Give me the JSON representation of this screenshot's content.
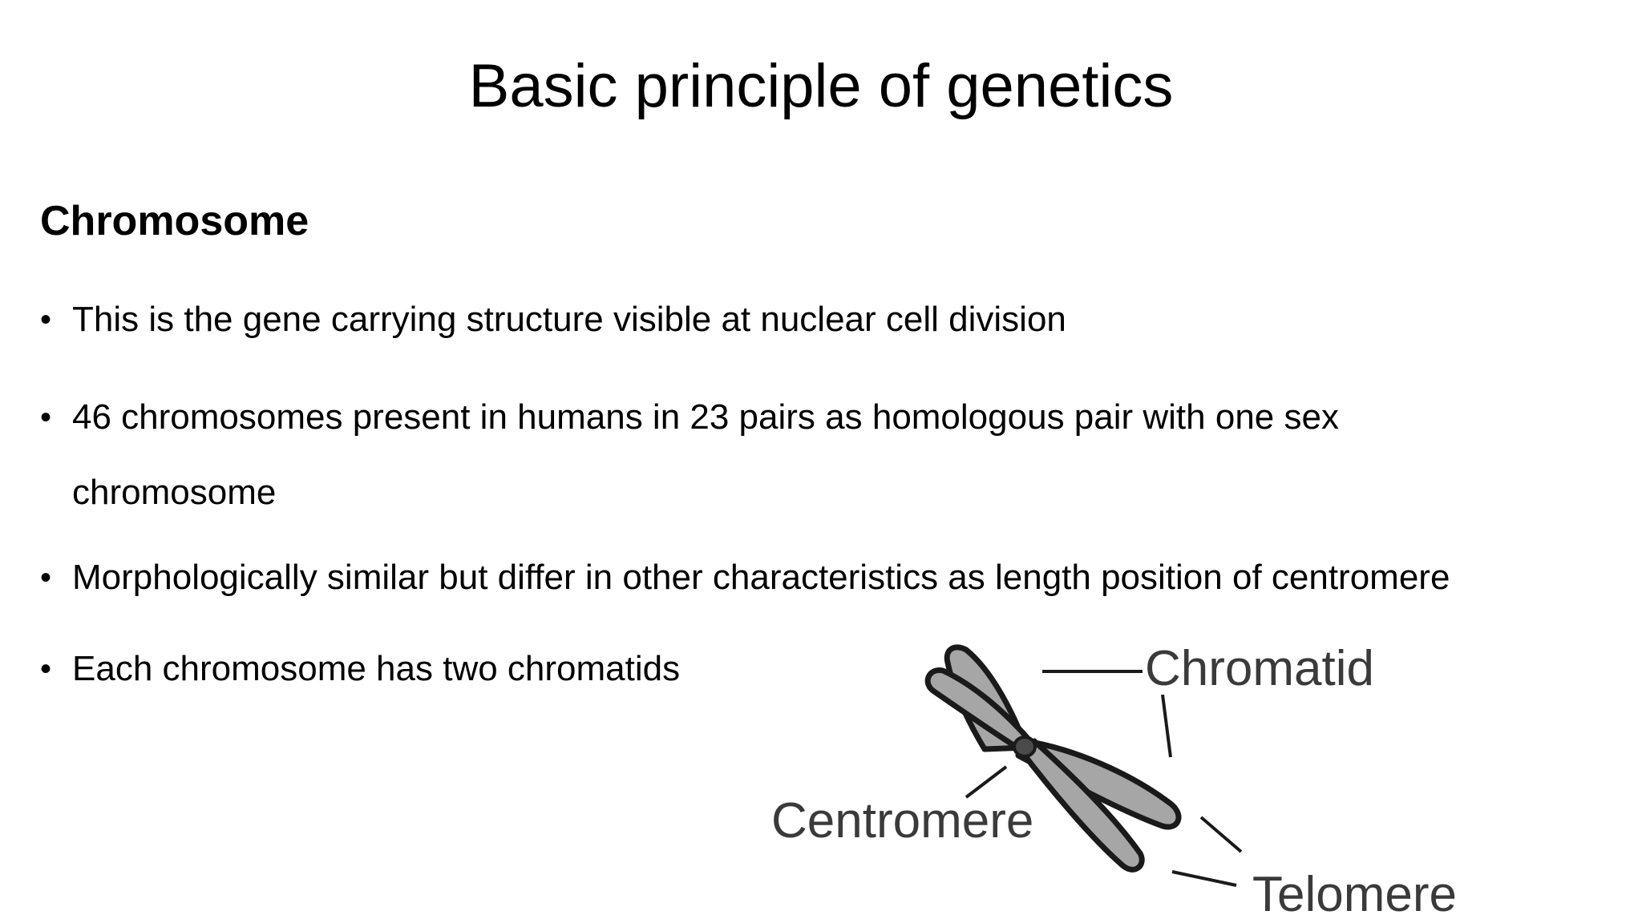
{
  "slide": {
    "title": "Basic principle of genetics",
    "section_heading": "Chromosome",
    "bullet_glyph": "•",
    "bullets": [
      "This is the gene carrying structure visible at nuclear cell division",
      "46 chromosomes present in humans in 23 pairs as homologous pair with one sex chromosome",
      "Morphologically similar but differ in other characteristics as length position of centromere",
      "Each chromosome has two chromatids"
    ]
  },
  "diagram": {
    "labels": {
      "chromatid": "Chromatid",
      "centromere": "Centromere",
      "telomere": "Telomere"
    },
    "colors": {
      "chromosome_fill": "#a6a6a6",
      "outline": "#1a1a1a",
      "label_text": "#3a3a3a"
    }
  }
}
